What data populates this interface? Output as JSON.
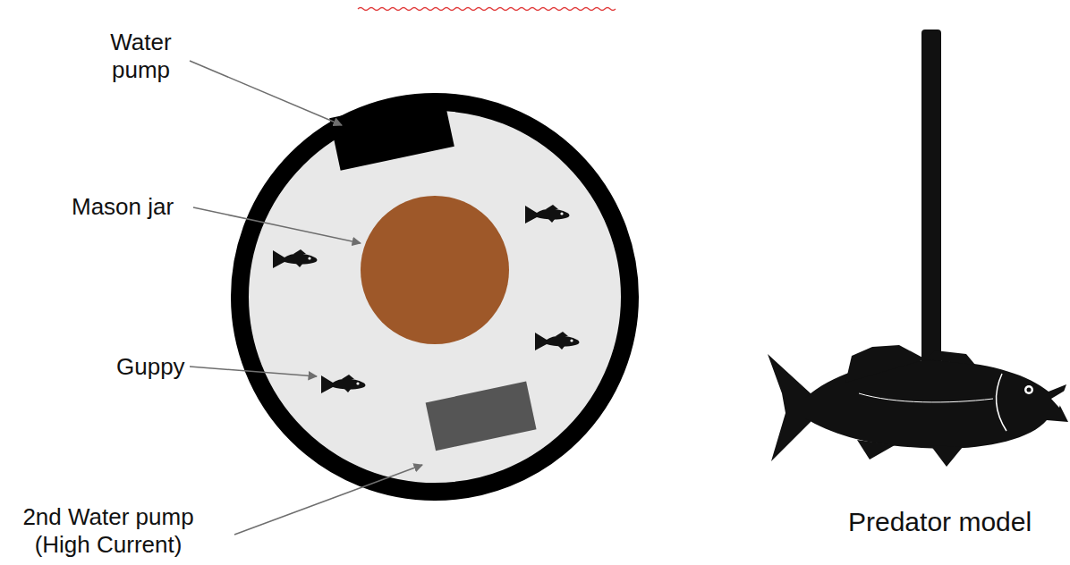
{
  "diagram": {
    "labels": [
      "Water pump",
      "Mason jar",
      "Guppy",
      "2nd Water pump (High Current)",
      "Predator model"
    ]
  }
}
